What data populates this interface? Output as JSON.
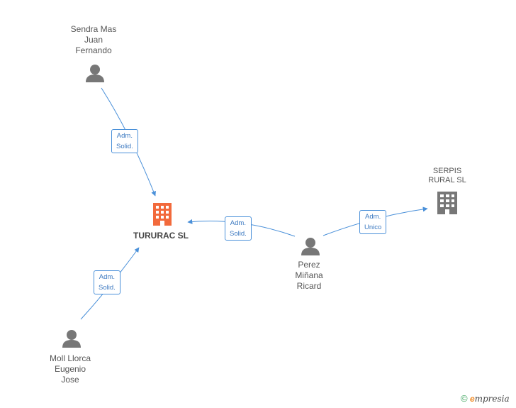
{
  "nodes": {
    "tururac": {
      "label": "TURURAC SL",
      "icon": "building-icon",
      "color": "#f26a3c"
    },
    "serpis": {
      "label": "SERPIS\nRURAL SL",
      "icon": "building-icon",
      "color": "#777777"
    },
    "sendra": {
      "label": "Sendra Mas\nJuan\nFernando",
      "icon": "person-icon",
      "color": "#777777"
    },
    "perez": {
      "label": "Perez\nMiñana\nRicard",
      "icon": "person-icon",
      "color": "#777777"
    },
    "moll": {
      "label": "Moll Llorca\nEugenio\nJose",
      "icon": "person-icon",
      "color": "#777777"
    }
  },
  "edges": [
    {
      "from": "sendra",
      "to": "tururac",
      "label": "Adm.\nSolid."
    },
    {
      "from": "perez",
      "to": "tururac",
      "label": "Adm.\nSolid."
    },
    {
      "from": "moll",
      "to": "tururac",
      "label": "Adm.\nSolid."
    },
    {
      "from": "perez",
      "to": "serpis",
      "label": "Adm.\nUnico"
    }
  ],
  "footer": {
    "copyright": "©",
    "brand_e": "e",
    "brand_rest": "mpresia"
  },
  "colors": {
    "edge": "#4a90d9",
    "main_node": "#f26a3c",
    "node": "#777777"
  }
}
